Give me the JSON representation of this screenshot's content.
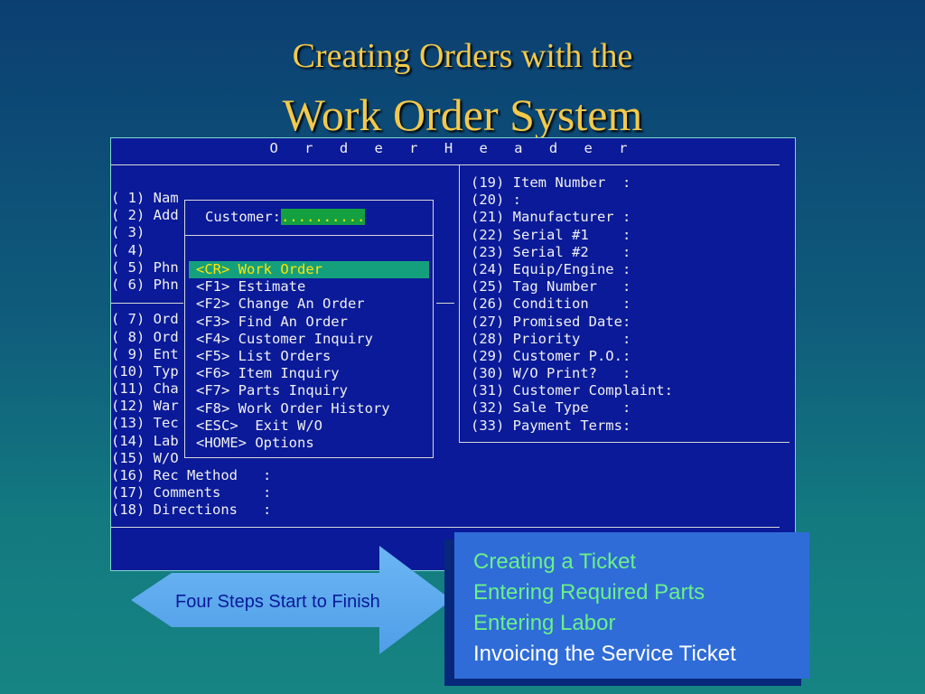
{
  "slide": {
    "title_line1": "Creating Orders with the",
    "title_line2": "Work Order System"
  },
  "terminal": {
    "header": "O r d e r   H e a d e r",
    "left_fields": [
      "( 1) Nam",
      "( 2) Add",
      "( 3)",
      "( 4)",
      "( 5) Phn",
      "( 6) Phn",
      "",
      "( 7) Ord",
      "( 8) Ord",
      "( 9) Ent",
      "(10) Typ",
      "(11) Cha",
      "(12) War",
      "(13) Tec",
      "(14) Lab",
      "(15) W/O",
      "(16) Rec Method   :",
      "(17) Comments     :",
      "(18) Directions   :"
    ],
    "right_fields": [
      "(19) Item Number  :",
      "(20) :",
      "(21) Manufacturer :",
      "(22) Serial #1    :",
      "(23) Serial #2    :",
      "(24) Equip/Engine :",
      "(25) Tag Number   :",
      "(26) Condition    :",
      "(27) Promised Date:",
      "(28) Priority     :",
      "(29) Customer P.O.:",
      "(30) W/O Print?   :",
      "(31) Customer Complaint:",
      "(32) Sale Type    :",
      "(33) Payment Terms:"
    ],
    "popup": {
      "customer_label": "Customer:",
      "customer_value": "..........",
      "menu": [
        {
          "label": "<CR> Work Order",
          "selected": true
        },
        {
          "label": "<F1> Estimate",
          "selected": false
        },
        {
          "label": "<F2> Change An Order",
          "selected": false
        },
        {
          "label": "<F3> Find An Order",
          "selected": false
        },
        {
          "label": "<F4> Customer Inquiry",
          "selected": false
        },
        {
          "label": "<F5> List Orders",
          "selected": false
        },
        {
          "label": "<F6> Item Inquiry",
          "selected": false
        },
        {
          "label": "<F7> Parts Inquiry",
          "selected": false
        },
        {
          "label": "<F8> Work Order History",
          "selected": false
        },
        {
          "label": "<ESC>  Exit W/O",
          "selected": false
        },
        {
          "label": "<HOME> Options",
          "selected": false
        }
      ]
    }
  },
  "arrow_label": "Four Steps Start to Finish",
  "steps": [
    {
      "label": "Creating a Ticket",
      "color": "green"
    },
    {
      "label": "Entering Required Parts",
      "color": "green"
    },
    {
      "label": "Entering Labor",
      "color": "green"
    },
    {
      "label": "Invoicing the Service Ticket",
      "color": "white"
    }
  ],
  "colors": {
    "title": "#f2c94c",
    "terminal_bg": "#0a1a98",
    "menu_highlight": "#15a07d",
    "highlight_text": "#ffe600",
    "arrow_fill": "#5aa8f0",
    "infobox_bg": "#2f6cd8",
    "step_green": "#6bf08a"
  }
}
